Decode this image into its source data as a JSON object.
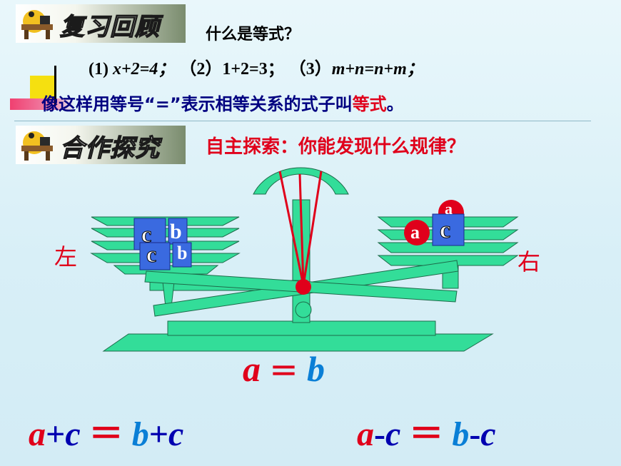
{
  "review_banner": {
    "title": "复习回顾",
    "icon": "desk-student-icon"
  },
  "question": "什么是等式？",
  "examples": {
    "e1_label": "(1)",
    "e1": "x+2=4；",
    "e2_label": "（2）",
    "e2": "1+2=3；",
    "e3_label": "（3）",
    "e3": "m+n=n+m；"
  },
  "definition": {
    "before": "像这样用等号“=”表示相等关系的式子叫",
    "highlight": "等式",
    "after": "。"
  },
  "explore_banner": {
    "title": "合作探究",
    "icon": "desk-student-icon"
  },
  "explore_prompt": "自主探索：你能发现什么规律？",
  "balance": {
    "left_label": "左",
    "right_label": "右",
    "left_tokens": [
      "c",
      "b",
      "c",
      "b"
    ],
    "right_tokens": [
      "a",
      "a",
      "c"
    ]
  },
  "equation_main": {
    "left": "a",
    "eq": "＝",
    "right": "b"
  },
  "equation_add": {
    "l1": "a",
    "op1": "+",
    "l2": "c",
    "eq": "＝",
    "r1": "b",
    "op2": "+",
    "r2": "c"
  },
  "equation_sub": {
    "l1": "a",
    "op1": "-",
    "l2": "c",
    "eq": "＝",
    "r1": "b",
    "op2": "-",
    "r2": "c"
  },
  "colors": {
    "scale": "#33dd99",
    "red": "#e0001b",
    "blue": "#0a7fd6",
    "navy": "#000080"
  }
}
